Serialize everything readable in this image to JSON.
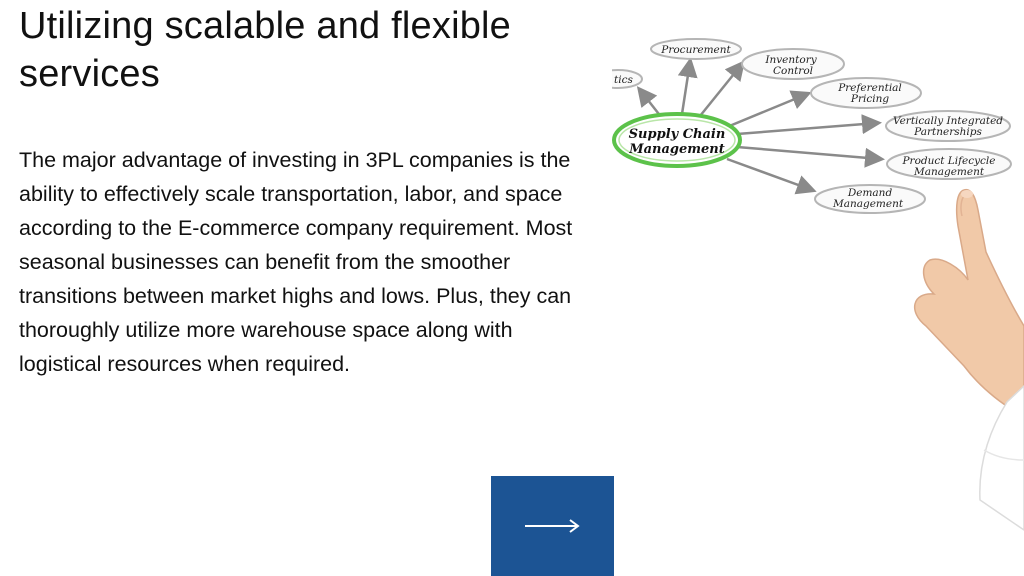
{
  "slide": {
    "title_line1": "Utilizing scalable and flexible",
    "title_line2": "services",
    "body": "The major advantage of investing in 3PL companies is the ability to effectively scale transportation, labor, and space according to the E-commerce company requirement. Most seasonal businesses can benefit from the smoother transitions between market highs and lows. Plus, they can thoroughly utilize more warehouse space along with logistical resources when required."
  },
  "navigation": {
    "next_icon": "arrow-right-icon",
    "button_color": "#1c5494"
  },
  "diagram": {
    "center_line1": "Supply Chain",
    "center_line2": "Management",
    "center_color": "#5cc24a",
    "nodes": {
      "logistics_partial": "tics",
      "procurement": "Procurement",
      "inventory_line1": "Inventory",
      "inventory_line2": "Control",
      "preferential_line1": "Preferential",
      "preferential_line2": "Pricing",
      "vertical_line1": "Vertically Integrated",
      "vertical_line2": "Partnerships",
      "lifecycle_line1": "Product Lifecycle",
      "lifecycle_line2": "Management",
      "demand_line1": "Demand",
      "demand_line2": "Management"
    }
  }
}
